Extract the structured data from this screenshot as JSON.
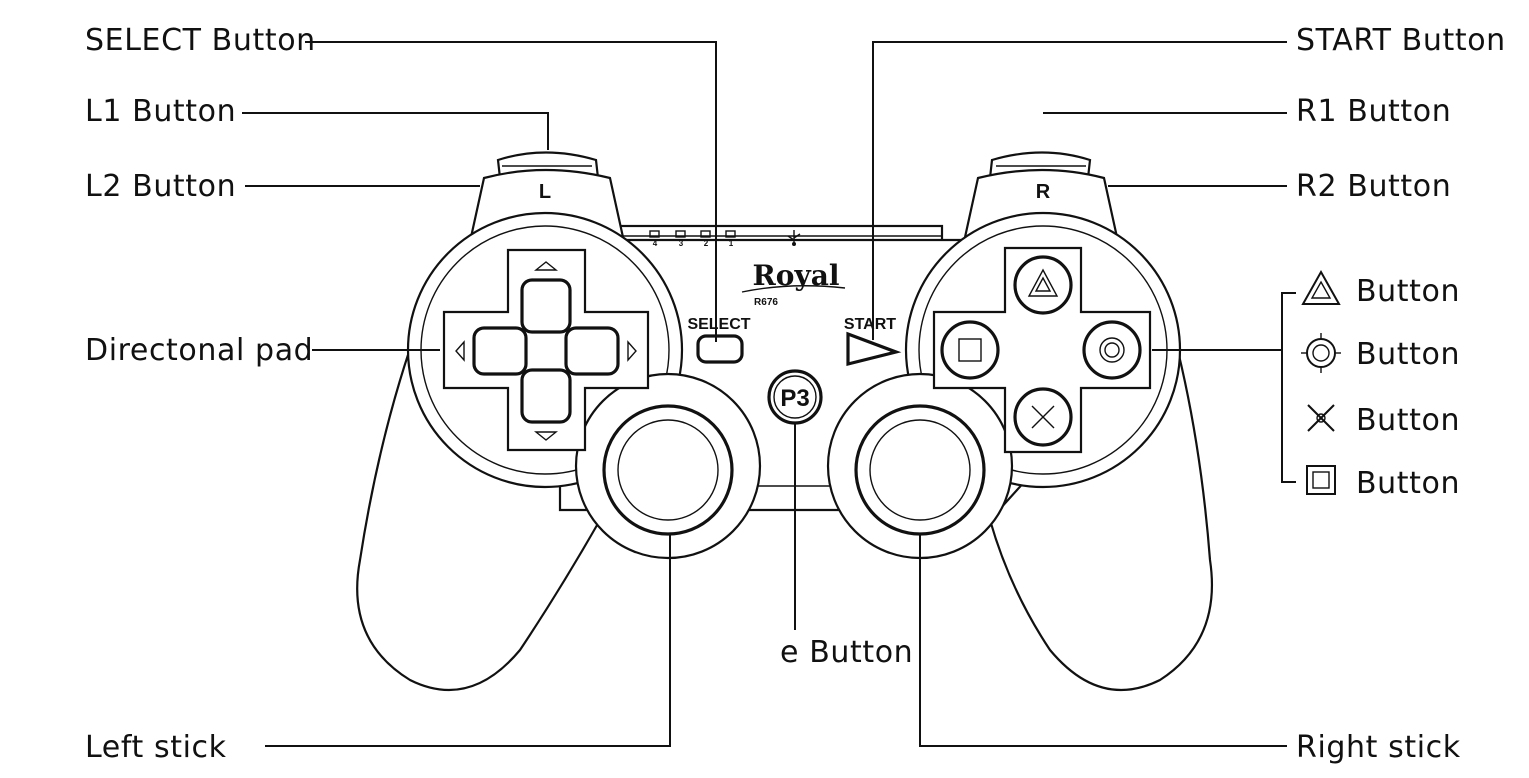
{
  "labels": {
    "select": "SELECT Button",
    "l1": "L1 Button",
    "l2": "L2 Button",
    "dpad": "Directonal pad",
    "left_stick": "Left stick",
    "start": "START Button",
    "r1": "R1 Button",
    "r2": "R2 Button",
    "triangle": "Button",
    "circle": "Button",
    "cross": "Button",
    "square": "Button",
    "e_button": "e Button",
    "right_stick": "Right stick"
  },
  "controller": {
    "brand": "Royal",
    "model": "R676",
    "l_marker": "L",
    "r_marker": "R",
    "select_text": "SELECT",
    "start_text": "START",
    "p3_text": "P3",
    "led_numbers": [
      "4",
      "3",
      "2",
      "1"
    ]
  },
  "icons": {
    "triangle": "triangle-button-icon",
    "circle": "circle-button-icon",
    "cross": "cross-button-icon",
    "square": "square-button-icon"
  },
  "colors": {
    "ink": "#111111",
    "paper": "#ffffff"
  }
}
